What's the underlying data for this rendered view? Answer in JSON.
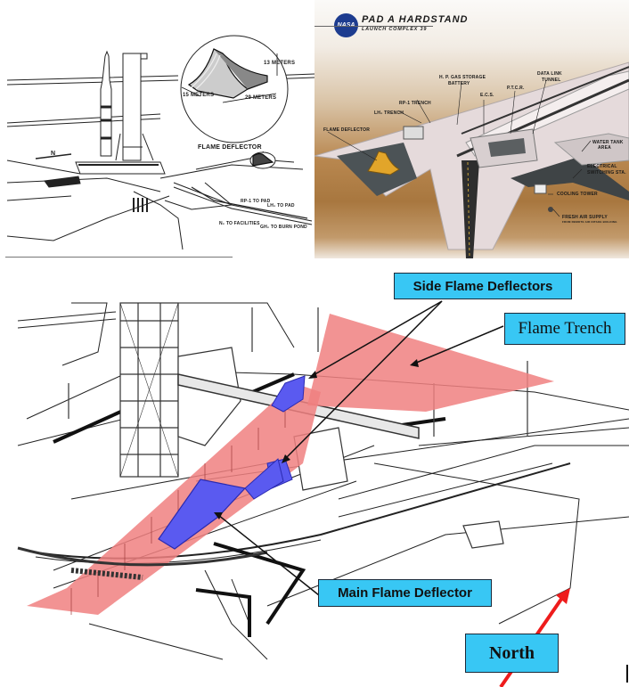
{
  "panels": {
    "top_left": {
      "labels": {
        "height": "13 METERS",
        "width": "15 METERS",
        "length": "29 METERS",
        "flame_deflector": "FLAME DEFLECTOR",
        "rp1_to_pad": "RP-1 TO PAD",
        "lh2_to_pad": "LH₂ TO PAD",
        "n2_to_facilities": "N₂ TO FACILITIES",
        "gh2_to_burn_pond": "GH₂ TO BURN POND",
        "north_marker": "N"
      }
    },
    "top_right": {
      "logo": "NASA",
      "title": "PAD A HARDSTAND",
      "subtitle": "LAUNCH COMPLEX 39",
      "labels": {
        "hp_gas": "H. P. GAS STORAGE",
        "hp_gas_2": "BATTERY",
        "data_link": "DATA LINK",
        "data_link_2": "TUNNEL",
        "ptcr": "P.T.C.R.",
        "ecs": "E.C.S.",
        "rp1_trench": "RP-1 TRENCH",
        "lh2_trench": "LH₂ TRENCH",
        "flame_deflector": "FLAME DEFLECTOR",
        "water_tank": "WATER TANK",
        "water_tank_2": "AREA",
        "electrical": "ELECTRICAL",
        "electrical_2": "SWITCHING STA.",
        "cooling_tower": "COOLING TOWER",
        "fresh_air": "FRESH AIR SUPPLY",
        "fresh_air_2": "FROM REMOTE AIR INTAKE BUILDING"
      }
    },
    "main": {
      "callouts": {
        "side_flame_deflectors": "Side Flame Deflectors",
        "flame_trench": "Flame Trench",
        "main_flame_deflector": "Main Flame Deflector",
        "north": "North"
      }
    }
  },
  "colors": {
    "callout_fill": "#38c7f4",
    "trench_fill": "#f08080",
    "deflector_fill": "#5a5af0",
    "north_arrow": "#ee1c1c",
    "yellow_deflector": "#e2a52a"
  }
}
